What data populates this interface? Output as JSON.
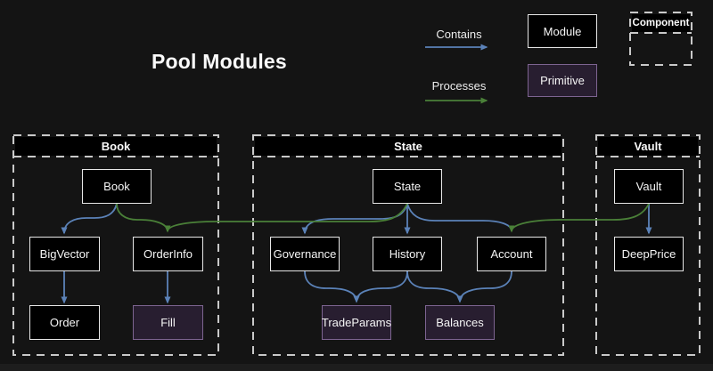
{
  "title": "Pool Modules",
  "legend": {
    "contains": "Contains",
    "processes": "Processes",
    "module": "Module",
    "primitive": "Primitive",
    "component": "Component"
  },
  "colors": {
    "background": "#141414",
    "contains_arrow_blue": "#5b82b8",
    "processes_arrow_green": "#4a8038",
    "module_fill": "#000000",
    "module_border": "#e8e8e8",
    "primitive_fill": "#281e30",
    "primitive_border": "#7d6491",
    "container_dashed_border": "#c9c9c9"
  },
  "containers": {
    "book": {
      "label": "Book"
    },
    "state": {
      "label": "State"
    },
    "vault": {
      "label": "Vault"
    }
  },
  "nodes": {
    "book": {
      "label": "Book",
      "type": "module",
      "container": "Book"
    },
    "bigvector": {
      "label": "BigVector",
      "type": "module",
      "container": "Book"
    },
    "orderinfo": {
      "label": "OrderInfo",
      "type": "module",
      "container": "Book"
    },
    "order": {
      "label": "Order",
      "type": "module",
      "container": "Book"
    },
    "fill": {
      "label": "Fill",
      "type": "primitive",
      "container": "Book"
    },
    "state": {
      "label": "State",
      "type": "module",
      "container": "State"
    },
    "governance": {
      "label": "Governance",
      "type": "module",
      "container": "State"
    },
    "history": {
      "label": "History",
      "type": "module",
      "container": "State"
    },
    "account": {
      "label": "Account",
      "type": "module",
      "container": "State"
    },
    "tradeparams": {
      "label": "TradeParams",
      "type": "primitive",
      "container": "State"
    },
    "balances": {
      "label": "Balances",
      "type": "primitive",
      "container": "State"
    },
    "vault": {
      "label": "Vault",
      "type": "module",
      "container": "Vault"
    },
    "deepprice": {
      "label": "DeepPrice",
      "type": "module",
      "container": "Vault"
    }
  },
  "edges": [
    {
      "from": "Book",
      "to": "BigVector",
      "type": "contains"
    },
    {
      "from": "BigVector",
      "to": "Order",
      "type": "contains"
    },
    {
      "from": "OrderInfo",
      "to": "Fill",
      "type": "contains"
    },
    {
      "from": "State",
      "to": "Governance",
      "type": "contains"
    },
    {
      "from": "State",
      "to": "History",
      "type": "contains"
    },
    {
      "from": "State",
      "to": "Account",
      "type": "contains"
    },
    {
      "from": "Governance",
      "to": "TradeParams",
      "type": "contains"
    },
    {
      "from": "History",
      "to": "TradeParams",
      "type": "contains"
    },
    {
      "from": "History",
      "to": "Balances",
      "type": "contains"
    },
    {
      "from": "Account",
      "to": "Balances",
      "type": "contains"
    },
    {
      "from": "Vault",
      "to": "DeepPrice",
      "type": "contains"
    },
    {
      "from": "Book",
      "to": "OrderInfo",
      "type": "processes"
    },
    {
      "from": "State",
      "to": "OrderInfo",
      "type": "processes"
    },
    {
      "from": "Vault",
      "to": "Account",
      "type": "processes"
    }
  ]
}
